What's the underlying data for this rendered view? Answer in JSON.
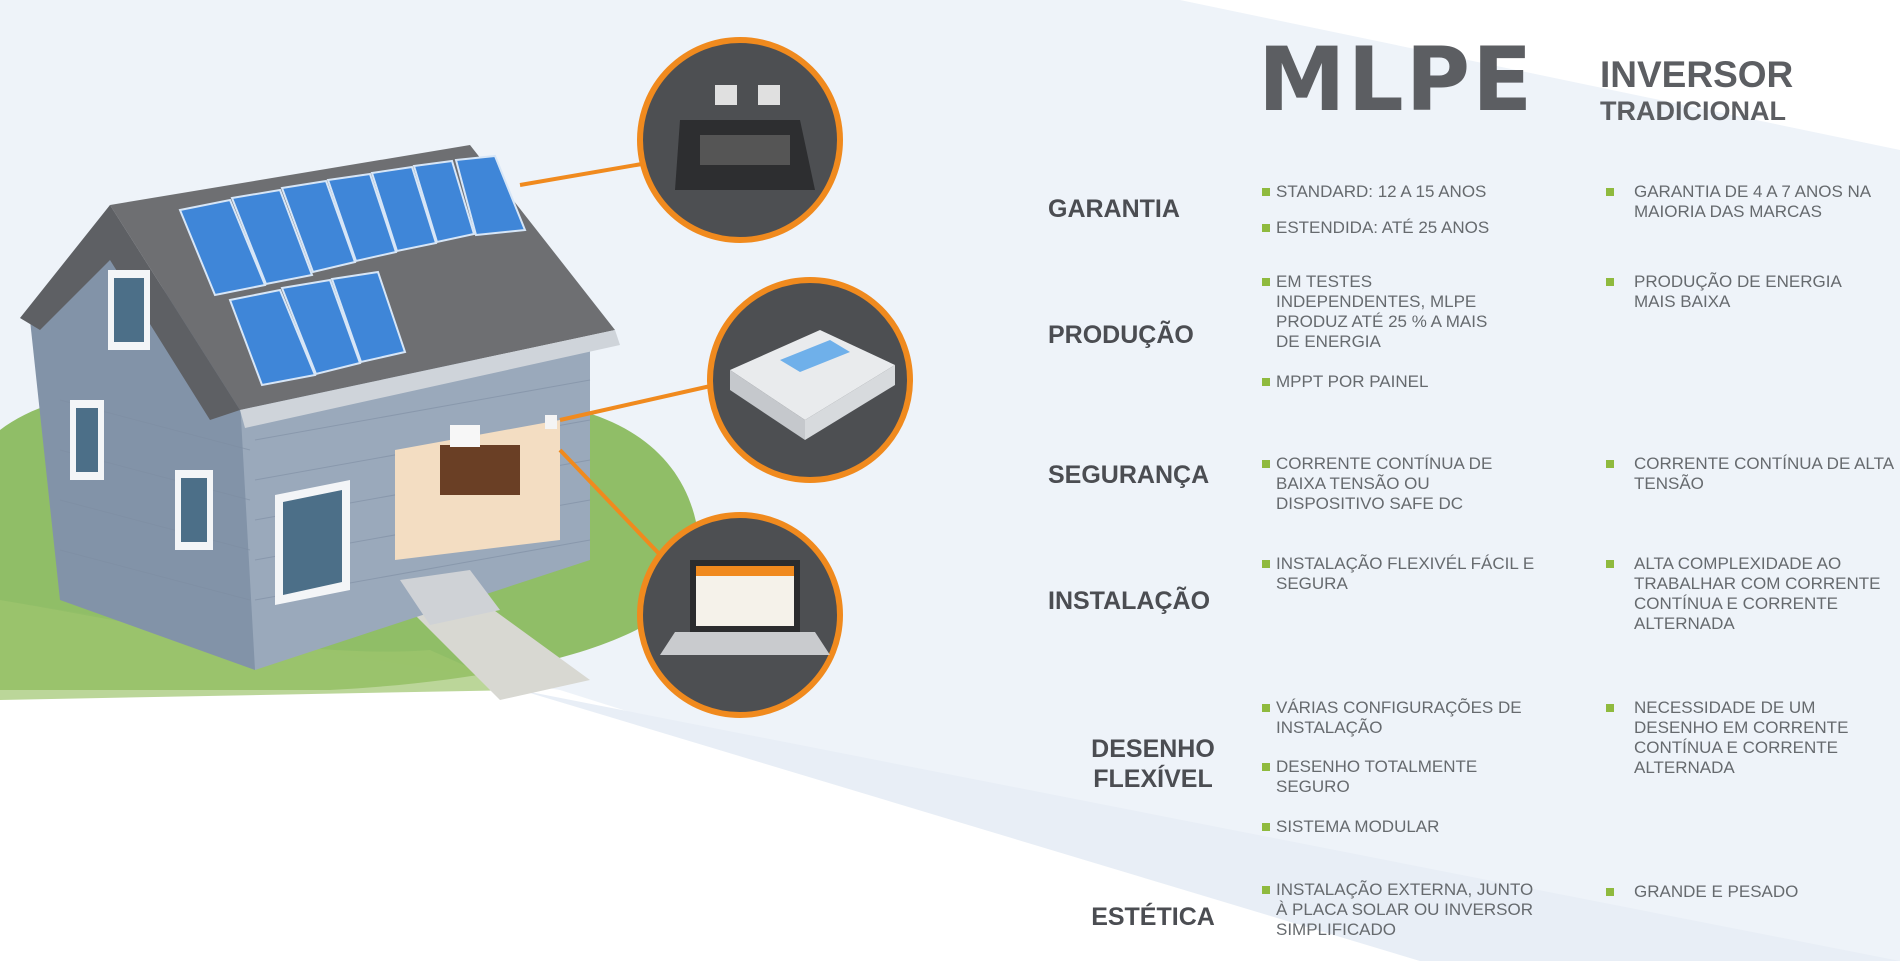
{
  "headers": {
    "mlpe": "MLPE",
    "inversor_line1": "INVERSOR",
    "inversor_line2": "TRADICIONAL"
  },
  "rows": [
    {
      "category": [
        "GARANTIA"
      ],
      "mlpe": [
        "STANDARD: 12 A 15 ANOS",
        "ESTENDIDA: ATÉ 25 ANOS"
      ],
      "inversor": [
        "GARANTIA DE 4 A 7 ANOS NA MAIORIA DAS MARCAS"
      ]
    },
    {
      "category": [
        "PRODUÇÃO"
      ],
      "mlpe": [
        "EM TESTES INDEPENDENTES, MLPE PRODUZ ATÉ 25 % A MAIS DE ENERGIA",
        "MPPT POR PAINEL"
      ],
      "inversor": [
        "PRODUÇÃO DE ENERGIA MAIS BAIXA"
      ]
    },
    {
      "category": [
        "SEGURANÇA"
      ],
      "mlpe": [
        "CORRENTE CONTÍNUA DE BAIXA TENSÃO OU DISPOSITIVO SAFE DC"
      ],
      "inversor": [
        "CORRENTE CONTÍNUA DE ALTA TENSÃO"
      ]
    },
    {
      "category": [
        "INSTALAÇÃO"
      ],
      "mlpe": [
        "INSTALAÇÃO FLEXIVÉL FÁCIL E SEGURA"
      ],
      "inversor": [
        "ALTA COMPLEXIDADE AO TRABALHAR COM CORRENTE CONTÍNUA E CORRENTE ALTERNADA"
      ]
    },
    {
      "category": [
        "DESENHO",
        "FLEXÍVEL"
      ],
      "mlpe": [
        "VÁRIAS CONFIGURAÇÕES DE INSTALAÇÃO",
        "DESENHO TOTALMENTE SEGURO",
        "SISTEMA MODULAR"
      ],
      "inversor": [
        "NECESSIDADE DE UM DESENHO EM CORRENTE CONTÍNUA E CORRENTE ALTERNADA"
      ]
    },
    {
      "category": [
        "ESTÉTICA"
      ],
      "mlpe": [
        "INSTALAÇÃO EXTERNA, JUNTO À PLACA SOLAR OU INVERSOR SIMPLIFICADO"
      ],
      "inversor": [
        "GRANDE E PESADO"
      ]
    }
  ],
  "colors": {
    "bullet": "#8fba3e",
    "orange_accent": "#f08a1e",
    "heading_gray": "#5c5e62",
    "text_gray": "#666a6e",
    "background_band": "#eef3f9"
  },
  "illustration": {
    "house": "house-with-solar-panels",
    "callouts": [
      "microinverter-icon",
      "gateway-device-icon",
      "monitoring-laptop-icon"
    ]
  }
}
